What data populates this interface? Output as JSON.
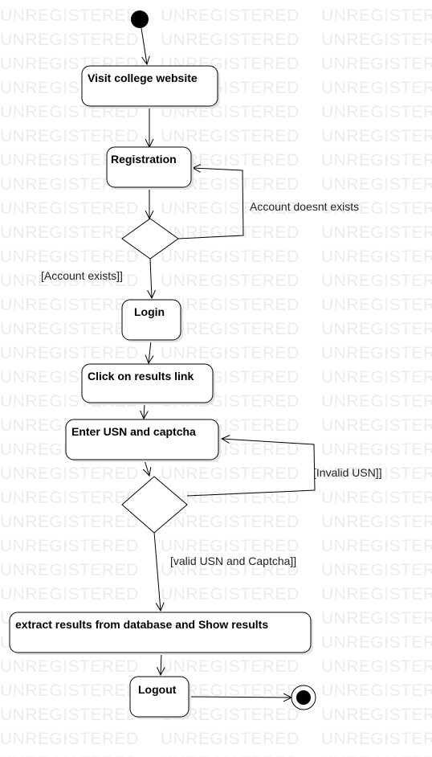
{
  "watermark": "UNREGISTERED",
  "activities": {
    "visit": "Visit college website",
    "registration": "Registration",
    "login": "Login",
    "results_link": "Click on results link",
    "enter_usn": "Enter USN and captcha",
    "extract": "extract results from database and Show results",
    "logout": "Logout"
  },
  "guards": {
    "account_not_exists": "Account doesnt exists",
    "account_exists": "[Account exists]]",
    "invalid_usn": "[Invalid USN]]",
    "valid_usn": "[valid USN and Captcha]]"
  }
}
